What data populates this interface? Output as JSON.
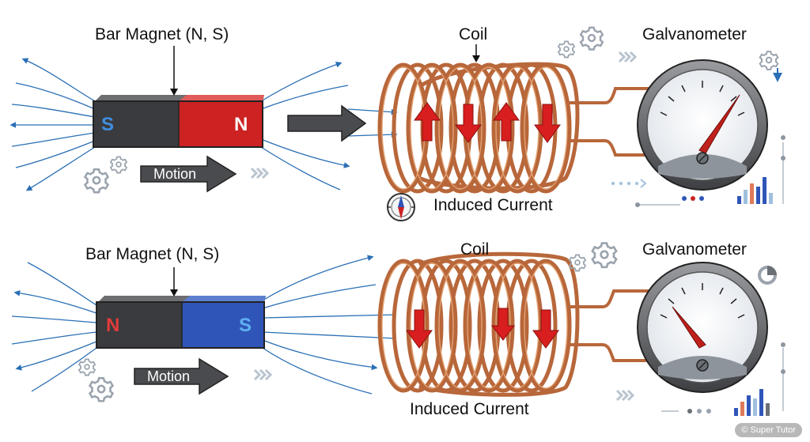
{
  "top": {
    "magnet_label": "Bar Magnet (N, S)",
    "magnet_left_pole": "S",
    "magnet_right_pole": "N",
    "motion_label": "Motion",
    "coil_label": "Coil",
    "galvanometer_label": "Galvanometer",
    "induced_current_label": "Induced Current"
  },
  "bottom": {
    "magnet_label": "Bar Magnet (N, S)",
    "magnet_left_pole": "N",
    "magnet_right_pole": "S",
    "motion_label": "Motion",
    "coil_label": "Coil",
    "galvanometer_label": "Galvanometer",
    "induced_current_label": "Induced Current"
  },
  "watermark": "© Super Tutor",
  "colors": {
    "north_pole": "#cc2222",
    "south_pole": "#2f55b8",
    "dark_pole": "#3a3b3e",
    "copper": "#b8673a",
    "field_line": "#2a6fb5",
    "arrow_red": "#d81e1e",
    "needle": "#c0201b"
  },
  "icons": [
    "gear-icon",
    "chevron-right-icon",
    "compass-icon",
    "bar-chart-icon",
    "pie-chart-icon"
  ]
}
